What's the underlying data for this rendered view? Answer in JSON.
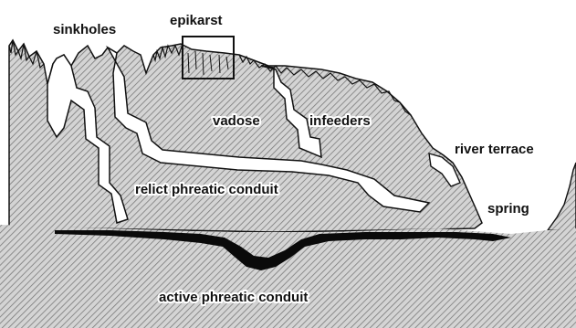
{
  "labels": {
    "sinkholes": "sinkholes",
    "epikarst": "epikarst",
    "vadose": "vadose",
    "infeeders": "infeeders",
    "river_terrace": "river terrace",
    "relict_conduit": "relict phreatic conduit",
    "spring": "spring",
    "active_conduit": "active phreatic conduit"
  },
  "colors": {
    "rock_hatch": "#6e6e6e",
    "rock_fill": "#c9c9c9",
    "conduit": "#0a0a0a",
    "outline": "#111111",
    "cave_void": "#ffffff"
  }
}
